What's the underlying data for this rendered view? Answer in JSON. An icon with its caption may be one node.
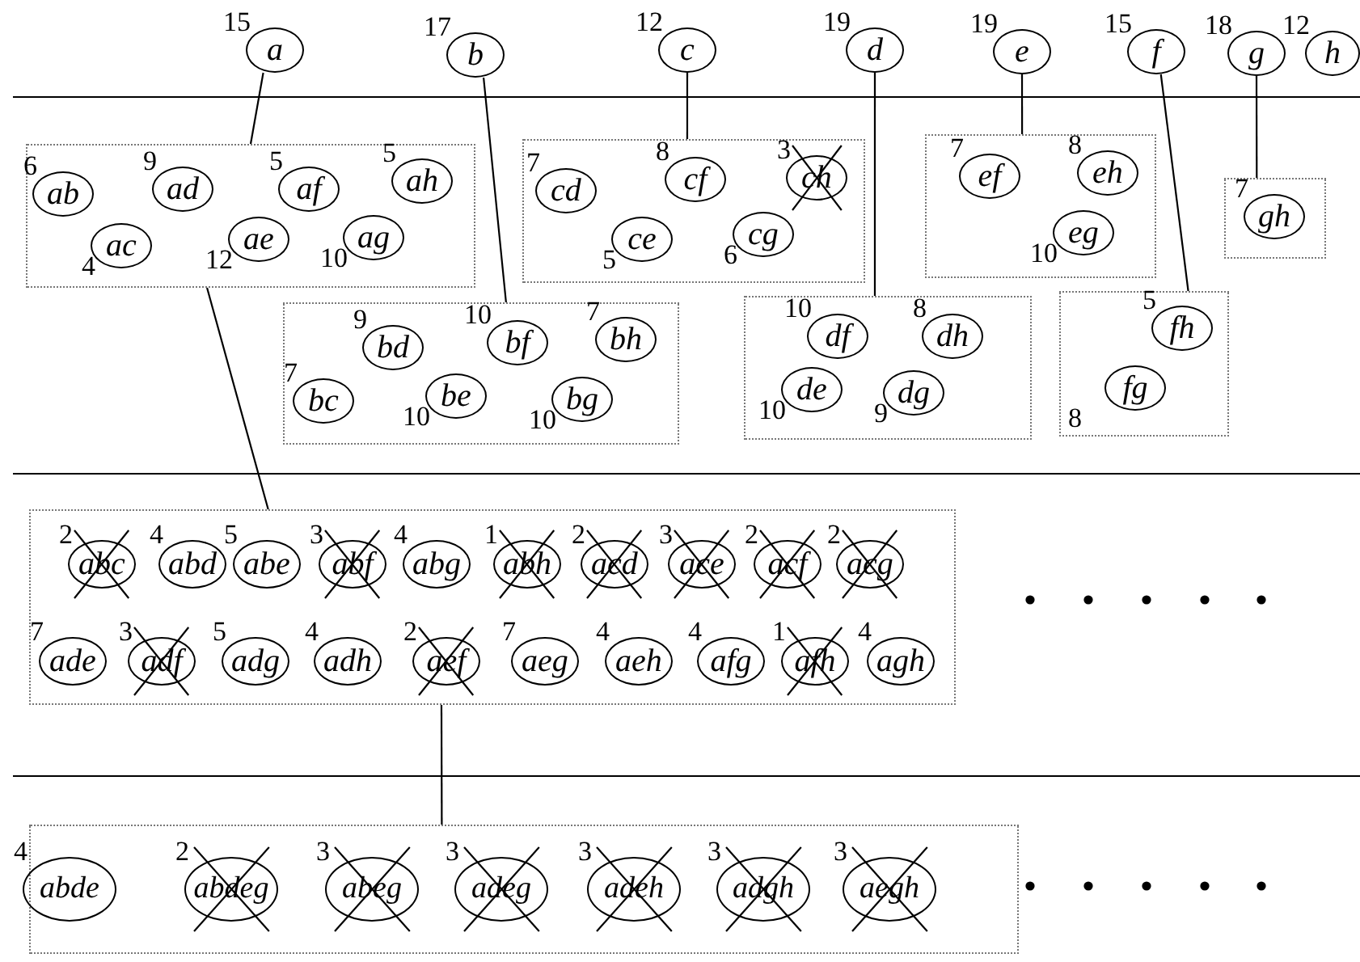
{
  "diagram": {
    "nodes": [
      {
        "text": [
          "a"
        ],
        "beside": [
          "15"
        ]
      },
      {
        "text": [
          "b"
        ],
        "beside": [
          "17"
        ]
      },
      {
        "text": [
          "c"
        ],
        "beside": [
          "12"
        ]
      },
      {
        "text": [
          "d"
        ],
        "beside": [
          "19"
        ]
      },
      {
        "text": [
          "e"
        ],
        "beside": [
          "19"
        ]
      },
      {
        "text": [
          "f"
        ],
        "beside": [
          "15"
        ]
      },
      {
        "text": [
          "g"
        ],
        "beside": [
          "18"
        ]
      },
      {
        "text": [
          "h"
        ],
        "beside": [
          "12"
        ]
      },
      {
        "text": [],
        "shape": "box"
      },
      {
        "text": [
          "ab"
        ],
        "beside": [
          "6"
        ],
        "in": 8
      },
      {
        "text": [
          "ad"
        ],
        "beside": [
          "9"
        ],
        "in": 8
      },
      {
        "text": [
          "af"
        ],
        "beside": [
          "5"
        ],
        "in": 8
      },
      {
        "text": [
          "ah"
        ],
        "beside": [
          "5"
        ],
        "in": 8
      },
      {
        "text": [
          "ac"
        ],
        "beside": [
          "4"
        ],
        "in": 8
      },
      {
        "text": [
          "ae"
        ],
        "beside": [
          "12"
        ],
        "in": 8
      },
      {
        "text": [
          "ag"
        ],
        "beside": [
          "10"
        ],
        "in": 8
      },
      {
        "text": [],
        "shape": "box"
      },
      {
        "text": [
          "cd"
        ],
        "beside": [
          "7"
        ],
        "in": 16
      },
      {
        "text": [
          "cf"
        ],
        "beside": [
          "8"
        ],
        "in": 16
      },
      {
        "text": [
          "ch"
        ],
        "beside": [
          "3"
        ],
        "in": 16
      },
      {
        "text": [
          "ce"
        ],
        "beside": [
          "5"
        ],
        "in": 16
      },
      {
        "text": [
          "cg"
        ],
        "beside": [
          "6"
        ],
        "in": 16
      },
      {
        "text": [],
        "shape": "box"
      },
      {
        "text": [
          "ef"
        ],
        "beside": [
          "7"
        ],
        "in": 22
      },
      {
        "text": [
          "eh"
        ],
        "beside": [
          "8"
        ],
        "in": 22
      },
      {
        "text": [
          "eg"
        ],
        "beside": [
          "10"
        ],
        "in": 22
      },
      {
        "text": [],
        "shape": "box"
      },
      {
        "text": [
          "gh"
        ],
        "beside": [
          "7"
        ],
        "in": 26
      },
      {
        "text": [],
        "shape": "box"
      },
      {
        "text": [
          "bd"
        ],
        "beside": [
          "9"
        ],
        "in": 28
      },
      {
        "text": [
          "bf"
        ],
        "beside": [
          "10"
        ],
        "in": 28
      },
      {
        "text": [
          "bh"
        ],
        "beside": [
          "7"
        ],
        "in": 28
      },
      {
        "text": [
          "bc"
        ],
        "beside": [
          "7"
        ],
        "in": 28
      },
      {
        "text": [
          "be"
        ],
        "beside": [
          "10"
        ],
        "in": 28
      },
      {
        "text": [
          "bg"
        ],
        "beside": [
          "10"
        ],
        "in": 28
      },
      {
        "text": [],
        "shape": "box"
      },
      {
        "text": [
          "df"
        ],
        "beside": [
          "10"
        ],
        "in": 35
      },
      {
        "text": [
          "dh"
        ],
        "beside": [
          "8"
        ],
        "in": 35
      },
      {
        "text": [
          "de"
        ],
        "beside": [
          "10"
        ],
        "in": 35
      },
      {
        "text": [
          "dg"
        ],
        "beside": [
          "9"
        ],
        "in": 35
      },
      {
        "text": [],
        "shape": "box"
      },
      {
        "text": [
          "fh"
        ],
        "beside": [
          "5"
        ],
        "in": 40
      },
      {
        "text": [
          "fg"
        ],
        "beside": [
          "8"
        ],
        "in": 40
      },
      {
        "text": [],
        "shape": "box"
      },
      {
        "text": [
          "abc"
        ],
        "beside": [
          "2"
        ],
        "in": 43
      },
      {
        "text": [
          "abd"
        ],
        "beside": [
          "4"
        ],
        "in": 43
      },
      {
        "text": [
          "abe"
        ],
        "beside": [
          "5"
        ],
        "in": 43
      },
      {
        "text": [
          "abf"
        ],
        "beside": [
          "3"
        ],
        "in": 43
      },
      {
        "text": [
          "abg"
        ],
        "beside": [
          "4"
        ],
        "in": 43
      },
      {
        "text": [
          "abh"
        ],
        "beside": [
          "1"
        ],
        "in": 43
      },
      {
        "text": [
          "acd"
        ],
        "beside": [
          "2"
        ],
        "in": 43
      },
      {
        "text": [
          "ace"
        ],
        "beside": [
          "3"
        ],
        "in": 43
      },
      {
        "text": [
          "acf"
        ],
        "beside": [
          "2"
        ],
        "in": 43
      },
      {
        "text": [
          "acg"
        ],
        "beside": [
          "2"
        ],
        "in": 43
      },
      {
        "text": [
          "ade"
        ],
        "beside": [
          "7"
        ],
        "in": 43
      },
      {
        "text": [
          "adf"
        ],
        "beside": [
          "3"
        ],
        "in": 43
      },
      {
        "text": [
          "adg"
        ],
        "beside": [
          "5"
        ],
        "in": 43
      },
      {
        "text": [
          "adh"
        ],
        "beside": [
          "4"
        ],
        "in": 43
      },
      {
        "text": [
          "aef"
        ],
        "beside": [
          "2"
        ],
        "in": 43
      },
      {
        "text": [
          "aeg"
        ],
        "beside": [
          "7"
        ],
        "in": 43
      },
      {
        "text": [
          "aeh"
        ],
        "beside": [
          "4"
        ],
        "in": 43
      },
      {
        "text": [
          "afg"
        ],
        "beside": [
          "4"
        ],
        "in": 43
      },
      {
        "text": [
          "afh"
        ],
        "beside": [
          "1"
        ],
        "in": 43
      },
      {
        "text": [
          "agh"
        ],
        "beside": [
          "4"
        ],
        "in": 43
      },
      {
        "text": [],
        "shape": "box"
      },
      {
        "text": [
          "abde"
        ],
        "beside": [
          "4"
        ],
        "in": 64
      },
      {
        "text": [
          "abdeg"
        ],
        "beside": [
          "2"
        ],
        "in": 64
      },
      {
        "text": [
          "abeg"
        ],
        "beside": [
          "3"
        ],
        "in": 64
      },
      {
        "text": [
          "adeg"
        ],
        "beside": [
          "3"
        ],
        "in": 64
      },
      {
        "text": [
          "adeh"
        ],
        "beside": [
          "3"
        ],
        "in": 64
      },
      {
        "text": [
          "adgh"
        ],
        "beside": [
          "3"
        ],
        "in": 64
      },
      {
        "text": [
          "aegh"
        ],
        "beside": [
          "3"
        ],
        "in": 64
      }
    ],
    "edges": [
      {
        "from": 0,
        "to": 8,
        "arrow": "none"
      },
      {
        "from": 1,
        "to": 28,
        "arrow": "none"
      },
      {
        "from": 2,
        "to": 16,
        "arrow": "none"
      },
      {
        "from": 3,
        "to": 35,
        "arrow": "none"
      },
      {
        "from": 4,
        "to": 22,
        "arrow": "none"
      },
      {
        "from": 5,
        "to": 40,
        "arrow": "none"
      },
      {
        "from": 6,
        "to": 26,
        "arrow": "none"
      },
      {
        "from": 8,
        "to": 43,
        "arrow": "none"
      },
      {
        "from": 43,
        "to": 64,
        "arrow": "none"
      }
    ]
  }
}
